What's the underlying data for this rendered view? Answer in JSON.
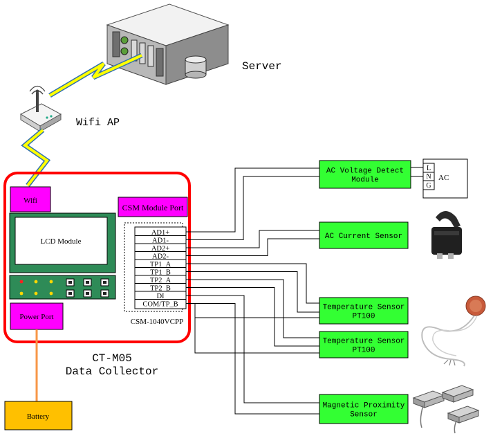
{
  "labels": {
    "server": "Server",
    "wifi_ap": "Wifi AP",
    "collector_model": "CT-M05",
    "collector_name": "Data Collector",
    "wifi": "Wifi",
    "lcd_module": "LCD Module",
    "csm_module_port": "CSM Module Port",
    "power_port": "Power Port",
    "battery": "Battery",
    "csm_model": "CSM-1040VCPP",
    "ac": "AC"
  },
  "terminals": [
    "AD1+",
    "AD1-",
    "AD2+",
    "AD2-",
    "TP1_A",
    "TP1_B",
    "TP2_A",
    "TP2_B",
    "DI",
    "COM/TP_B"
  ],
  "ac_terminals": [
    "L",
    "N",
    "G"
  ],
  "sensors": {
    "ac_voltage": [
      "AC Voltage Detect",
      "Module"
    ],
    "ac_current": [
      "AC Current Sensor"
    ],
    "temp1": [
      "Temperature Sensor",
      "PT100"
    ],
    "temp2": [
      "Temperature Sensor",
      "PT100"
    ],
    "magnetic": [
      "Magnetic Proximity",
      "Sensor"
    ]
  },
  "colors": {
    "collector_border": "#ff0000",
    "module_magenta": "#ff00ff",
    "module_green": "#33ff33",
    "panel_green": "#2e8b57",
    "battery_orange": "#ffc000",
    "power_line": "#f79646",
    "lightning": "#ffff00"
  }
}
